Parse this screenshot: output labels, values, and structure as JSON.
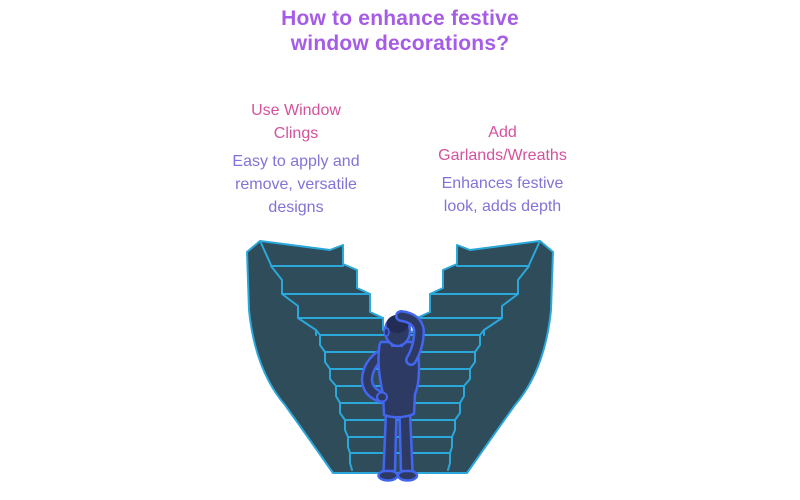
{
  "title": {
    "lines": [
      "How to enhance festive",
      "window decorations?"
    ],
    "color": "#a55ce6"
  },
  "options": [
    {
      "id": "use-window-clings",
      "heading_lines": [
        "Use Window",
        "Clings"
      ],
      "description_lines": [
        "Easy to apply and",
        "remove, versatile",
        "designs"
      ]
    },
    {
      "id": "add-garlands-wreaths",
      "heading_lines": [
        "Add",
        "Garlands/Wreaths"
      ],
      "description_lines": [
        "Enhances festive",
        "look, adds depth"
      ]
    }
  ],
  "colors": {
    "heading_pink": "#d4529c",
    "description_purple": "#8273d6",
    "title_purple": "#a55ce6",
    "stair_fill": "#2e4c59",
    "stair_line": "#2ba7d9",
    "figure_fill": "#2d3a64",
    "figure_line": "#4366ee",
    "figure_hair": "#232c52",
    "background": "#ffffff"
  },
  "illustration": {
    "name": "person-choosing-between-diverging-staircases"
  }
}
